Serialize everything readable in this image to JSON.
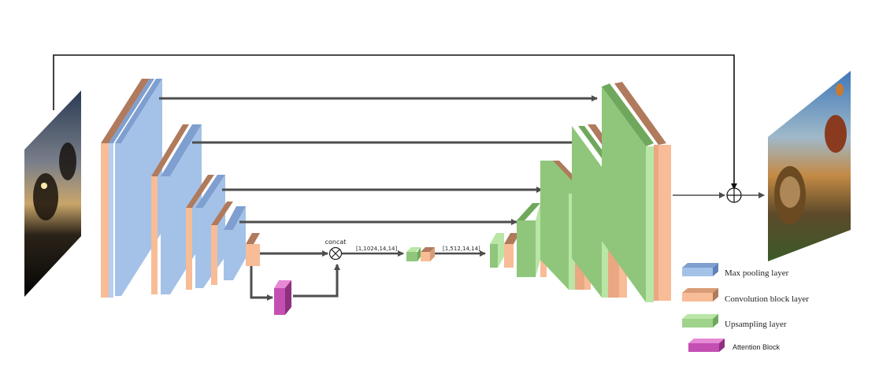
{
  "labels": {
    "concat": "concat",
    "tensor_1": "[1,1024,14,14]",
    "tensor_2": "[1,512,14,14]"
  },
  "legend": [
    {
      "key": "maxpool",
      "text": "Max pooling layer",
      "color": "#a4c2e8"
    },
    {
      "key": "conv",
      "text": "Convolution block layer",
      "color": "#f8bc96"
    },
    {
      "key": "upsample",
      "text": "Upsampling layer",
      "color": "#9fd38b"
    },
    {
      "key": "attention",
      "text": "Attention Block",
      "color": "#c44fb2"
    }
  ],
  "colors": {
    "maxpool_front": "#a4c2e8",
    "maxpool_side": "#7f9fd0",
    "conv_front": "#f8bc96",
    "conv_side": "#b07a5c",
    "upsample_front": "#8fc67b",
    "upsample_side": "#b9e6a6",
    "attention": "#c44fb2",
    "arrow": "#4d4d4d"
  },
  "icons": [
    "input-image",
    "output-image",
    "circle-times-icon",
    "circle-plus-icon"
  ]
}
